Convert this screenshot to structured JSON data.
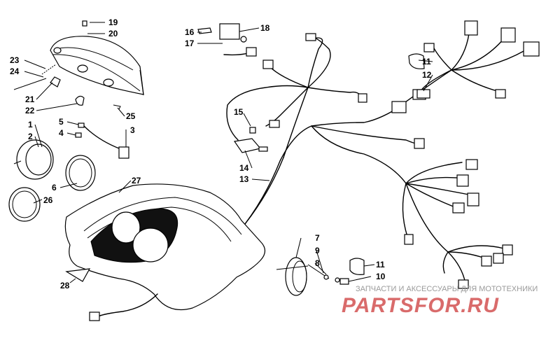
{
  "callouts": [
    "1",
    "2",
    "3",
    "4",
    "5",
    "6",
    "7",
    "8",
    "9",
    "10",
    "11",
    "12",
    "13",
    "14",
    "15",
    "16",
    "17",
    "18",
    "19",
    "20",
    "21",
    "22",
    "23",
    "24",
    "25",
    "26",
    "27",
    "28"
  ],
  "watermark": {
    "line1": "ЗАПЧАСТИ И АКСЕССУАРЫ ДЛЯ МОТОТЕХНИКИ",
    "line2": "PARTSFOR.RU"
  }
}
